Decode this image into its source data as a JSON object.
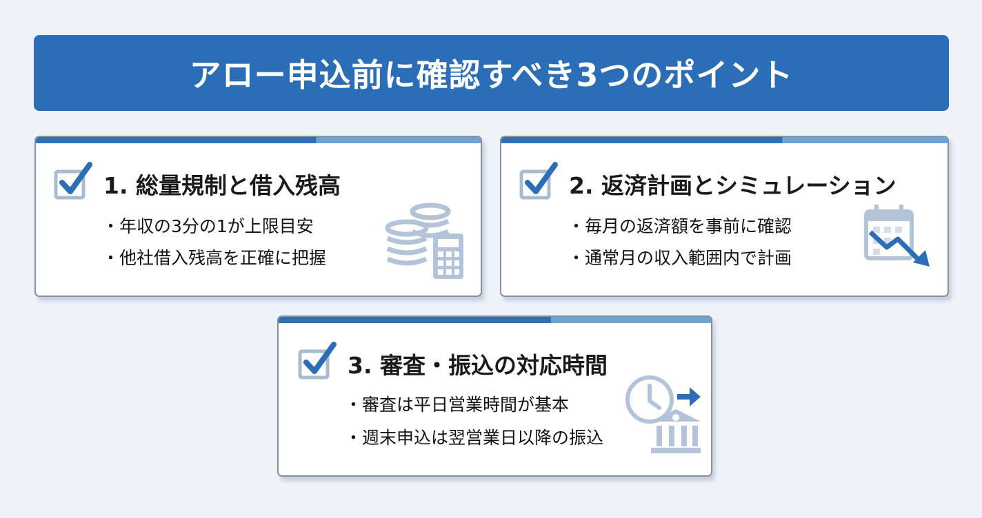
{
  "title": "アロー申込前に確認すべき3つのポイント",
  "cards": [
    {
      "title": "1. 総量規制と借入残高",
      "bullets": [
        "・年収の3分の1が上限目安",
        "・他社借入残高を正確に把握"
      ],
      "icon": "coins-calculator-icon"
    },
    {
      "title": "2. 返済計画とシミュレーション",
      "bullets": [
        "・毎月の返済額を事前に確認",
        "・通常月の収入範囲内で計画"
      ],
      "icon": "calendar-down-trend-icon"
    },
    {
      "title": "3. 審査・振込の対応時間",
      "bullets": [
        "・審査は平日営業時間が基本",
        "・週末申込は翌営業日以降の振込"
      ],
      "icon": "clock-bank-transfer-icon"
    }
  ],
  "colors": {
    "primary": "#2b6eb7",
    "light": "#6fa2d4",
    "icon_gray": "#b3c4d8"
  }
}
